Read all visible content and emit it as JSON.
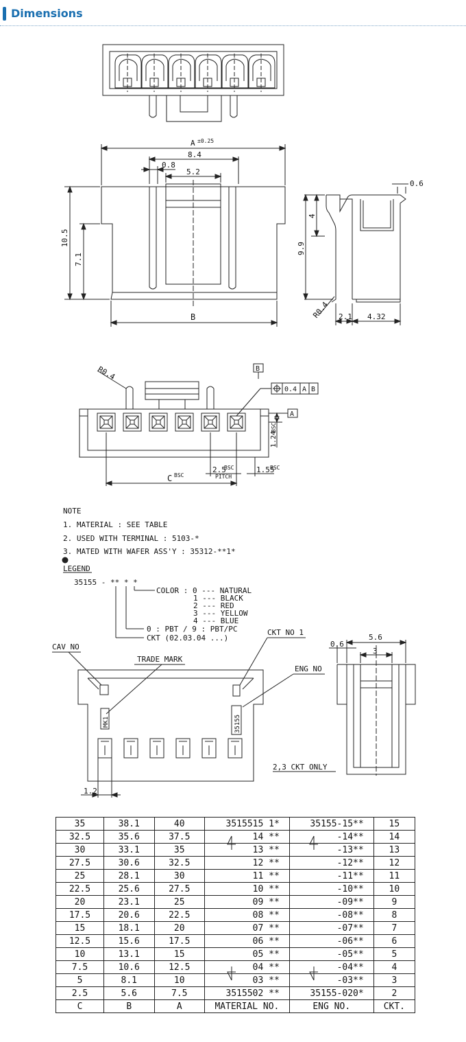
{
  "header": {
    "title": "Dimensions"
  },
  "drawing": {
    "dim_a": "A",
    "dim_a_tol": "±0.25",
    "dim_8_4": "8.4",
    "dim_0_8": "0.8",
    "dim_5_2": "5.2",
    "dim_10_5": "10.5",
    "dim_7_1": "7.1",
    "dim_b": "B",
    "dim_0_6": "0.6",
    "dim_4": "4",
    "dim_9_9": "9.9",
    "dim_r04": "R0.4",
    "dim_2_1": "2.1",
    "dim_4_32": "4.32",
    "dim_r04_top": "R0.4",
    "datum_b": "B",
    "datum_a": "A",
    "tol_val": "0.4",
    "tol_a": "A",
    "tol_b": "B",
    "dim_1_24": "1.24",
    "bsc": "BSC",
    "dim_c": "C",
    "dim_2_5": "2.5",
    "pitch": "PITCH",
    "dim_1_55": "1.55"
  },
  "notes": {
    "title": "NOTE",
    "items": [
      "1. MATERIAL : SEE TABLE",
      "2. USED WITH TERMINAL : 5103-*",
      "3. MATED WITH WAFER ASS'Y : 35312-**1*"
    ],
    "legend_title": "LEGEND",
    "part_code": "35155 - ** * *",
    "color_label": "COLOR : 0 --- NATURAL",
    "colors": [
      "1 --- BLACK",
      "2 --- RED",
      "3 --- YELLOW",
      "4 --- BLUE"
    ],
    "material_code": "0 : PBT / 9 : PBT/PC",
    "ckt_code": "CKT (02.03.04 ...)"
  },
  "bottom_view": {
    "cav_no": "CAV NO",
    "trade_mark": "TRADE MARK",
    "ckt_no_1": "CKT NO 1",
    "eng_no": "ENG NO",
    "eng_no_mark": "35155",
    "mark_mk": "MK1",
    "dim_1_2": "1.2",
    "dim_5_6": "5.6",
    "dim_0_6": "0.6",
    "dim_3": "3",
    "ckt_only": "2,3 CKT ONLY"
  },
  "table": {
    "headers": [
      "C",
      "B",
      "A",
      "MATERIAL NO.",
      "ENG NO.",
      "CKT."
    ],
    "rows": [
      [
        "35",
        "38.1",
        "40",
        "3515515 1*",
        "35155-15**",
        "15"
      ],
      [
        "32.5",
        "35.6",
        "37.5",
        "14 **",
        "-14**",
        "14"
      ],
      [
        "30",
        "33.1",
        "35",
        "13 **",
        "-13**",
        "13"
      ],
      [
        "27.5",
        "30.6",
        "32.5",
        "12 **",
        "-12**",
        "12"
      ],
      [
        "25",
        "28.1",
        "30",
        "11 **",
        "-11**",
        "11"
      ],
      [
        "22.5",
        "25.6",
        "27.5",
        "10 **",
        "-10**",
        "10"
      ],
      [
        "20",
        "23.1",
        "25",
        "09 **",
        "-09**",
        "9"
      ],
      [
        "17.5",
        "20.6",
        "22.5",
        "08 **",
        "-08**",
        "8"
      ],
      [
        "15",
        "18.1",
        "20",
        "07 **",
        "-07**",
        "7"
      ],
      [
        "12.5",
        "15.6",
        "17.5",
        "06 **",
        "-06**",
        "6"
      ],
      [
        "10",
        "13.1",
        "15",
        "05 **",
        "-05**",
        "5"
      ],
      [
        "7.5",
        "10.6",
        "12.5",
        "04 **",
        "-04**",
        "4"
      ],
      [
        "5",
        "8.1",
        "10",
        "03 **",
        "-03**",
        "3"
      ],
      [
        "2.5",
        "5.6",
        "7.5",
        "3515502 **",
        "35155-020*",
        "2"
      ]
    ]
  }
}
